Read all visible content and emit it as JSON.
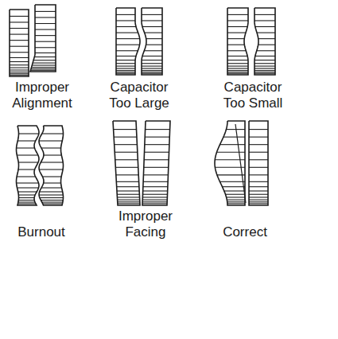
{
  "diagram": {
    "labels": [
      "Improper Alignment",
      "Capacitor Too Large",
      "Capacitor Too Small",
      "Burnout",
      "Improper Facing",
      "Correct"
    ]
  }
}
